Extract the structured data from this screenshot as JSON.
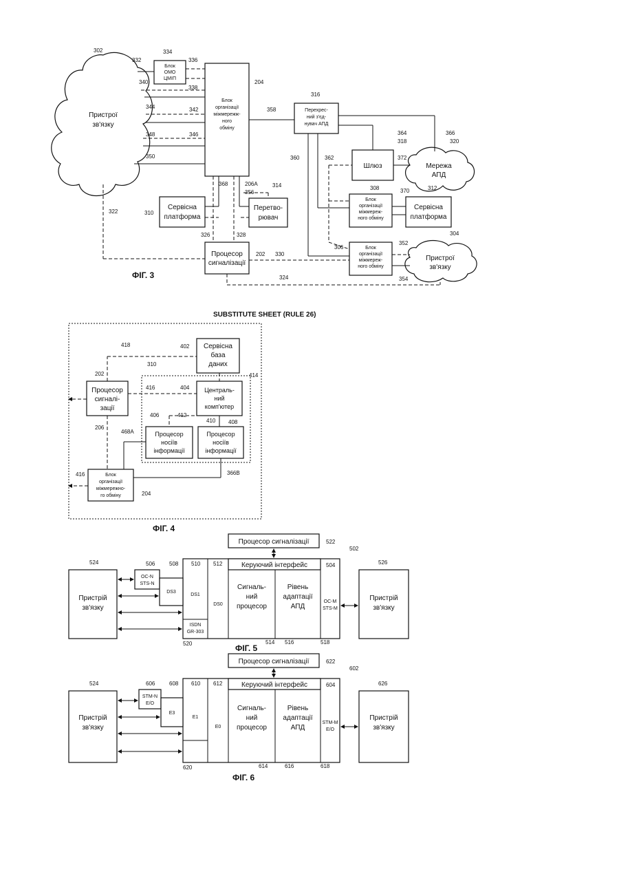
{
  "fig3": {
    "caption": "ФІГ. 3",
    "cloud_left": [
      "Пристрої",
      "зв'язку"
    ],
    "cloud_right": [
      "Пристрої",
      "зв'язку"
    ],
    "cloud_apd": [
      "Мережа",
      "АПД"
    ],
    "omo": [
      "Блок",
      "ОМО",
      "ЦМІП"
    ],
    "interwork_main": [
      "Блок",
      "організації",
      "міжмережж-",
      "ного",
      "обміну"
    ],
    "cross": [
      "Перехрес-",
      "ний з'єд-",
      "нувач АПД"
    ],
    "gateway": "Шлюз",
    "interwork_308": [
      "Блок",
      "організації",
      "міжмереж-",
      "ного обміну"
    ],
    "interwork_306": [
      "Блок",
      "організації",
      "міжмереж-",
      "ного обміну"
    ],
    "service_310": [
      "Сервісна",
      "платформа"
    ],
    "service_312": [
      "Сервісна",
      "платформа"
    ],
    "converter": [
      "Перетво-",
      "рювач"
    ],
    "sigproc": [
      "Процесор",
      "сигналізації"
    ],
    "refs": [
      "302",
      "332",
      "334",
      "336",
      "338",
      "340",
      "344",
      "342",
      "346",
      "348",
      "350",
      "204",
      "358",
      "316",
      "364",
      "366",
      "318",
      "320",
      "360",
      "362",
      "372",
      "368",
      "206A",
      "356",
      "314",
      "308",
      "370",
      "312",
      "310",
      "322",
      "326",
      "328",
      "202",
      "330",
      "306",
      "352",
      "304",
      "324",
      "354"
    ]
  },
  "substitute": "SUBSTITUTE SHEET (RULE 26)",
  "fig4": {
    "caption": "ФІГ. 4",
    "service_db": [
      "Сервісна",
      "база",
      "даних"
    ],
    "sigproc": [
      "Процесор",
      "сигналі-",
      "зації"
    ],
    "central": [
      "Централь-",
      "ний",
      "комп'ютер"
    ],
    "carrier_a": [
      "Процесор",
      "носіїв",
      "інформації"
    ],
    "carrier_b": [
      "Процесор",
      "носіїв",
      "інформації"
    ],
    "interwork": [
      "Блок",
      "організації",
      "міжмережно-",
      "го обміну"
    ],
    "refs": [
      "418",
      "402",
      "310",
      "414",
      "202",
      "416",
      "404",
      "412",
      "406",
      "410",
      "408",
      "206",
      "468A",
      "416",
      "366B",
      "204"
    ]
  },
  "fig5": {
    "caption": "ФІГ. 5",
    "sigproc": "Процесор сигналізації",
    "ctrl": "Керуючий інтерфейс",
    "dev_left": [
      "Пристрій",
      "зв'язку"
    ],
    "dev_right": [
      "Пристрій",
      "зв'язку"
    ],
    "ocn": [
      "OC-N",
      "STS-N"
    ],
    "ds3": "DS3",
    "ds1": "DS1",
    "ds0": "DS0",
    "isdn": [
      "ISDN",
      "GR-303"
    ],
    "sig": [
      "Сигналь-",
      "ний",
      "процесор"
    ],
    "apd": [
      "Рівень",
      "адаптації",
      "АПД"
    ],
    "ocm": [
      "OC-M",
      "STS-M"
    ],
    "refs": [
      "522",
      "502",
      "524",
      "506",
      "508",
      "510",
      "512",
      "504",
      "526",
      "520",
      "514",
      "516",
      "518"
    ]
  },
  "fig6": {
    "caption": "ФІГ. 6",
    "sigproc": "Процесор сигналізації",
    "ctrl": "Керуючий інтерфейс",
    "dev_left": [
      "Пристрій",
      "зв'язку"
    ],
    "dev_right": [
      "Пристрій",
      "зв'язку"
    ],
    "stmn": [
      "STM-N",
      "E/O"
    ],
    "e3": "E3",
    "e1": "E1",
    "e0": "E0",
    "sig": [
      "Сигналь-",
      "ний",
      "процесор"
    ],
    "apd": [
      "Рівень",
      "адаптації",
      "АПД"
    ],
    "stmm": [
      "STM-M",
      "E/O"
    ],
    "refs": [
      "622",
      "602",
      "524",
      "606",
      "608",
      "610",
      "612",
      "604",
      "626",
      "620",
      "614",
      "616",
      "618"
    ]
  }
}
